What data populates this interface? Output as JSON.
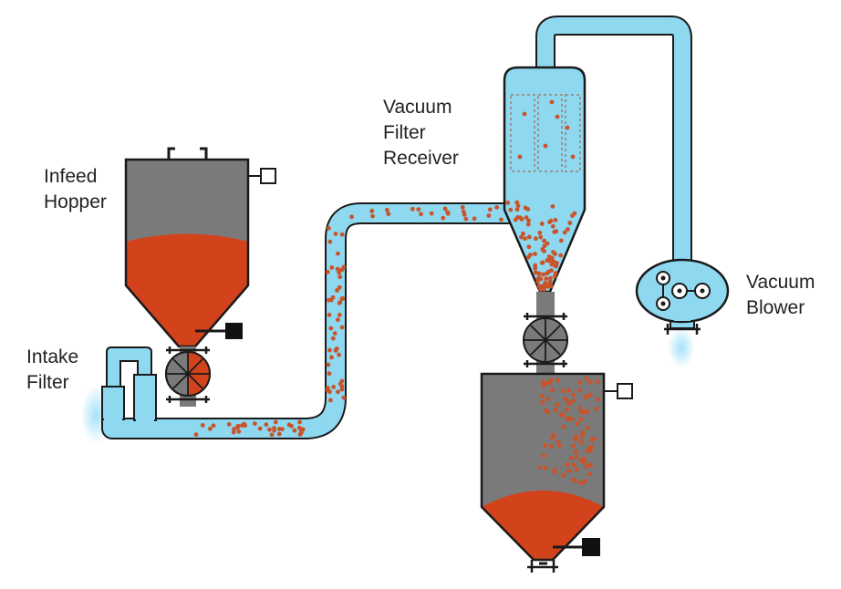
{
  "labels": {
    "infeed_hopper": "Infeed\nHopper",
    "intake_filter": "Intake\nFilter",
    "vacuum_filter_receiver": "Vacuum\nFilter\nReceiver",
    "vacuum_blower": "Vacuum\nBlower"
  },
  "colors": {
    "pipe": "#8ed8f0",
    "outline": "#1a1a1a",
    "hopper_gray": "#7a7a7a",
    "material": "#d2431c",
    "particle": "#c9542a",
    "air_glow": "#9fe0f8",
    "valve_gray": "#8a8a8a"
  }
}
